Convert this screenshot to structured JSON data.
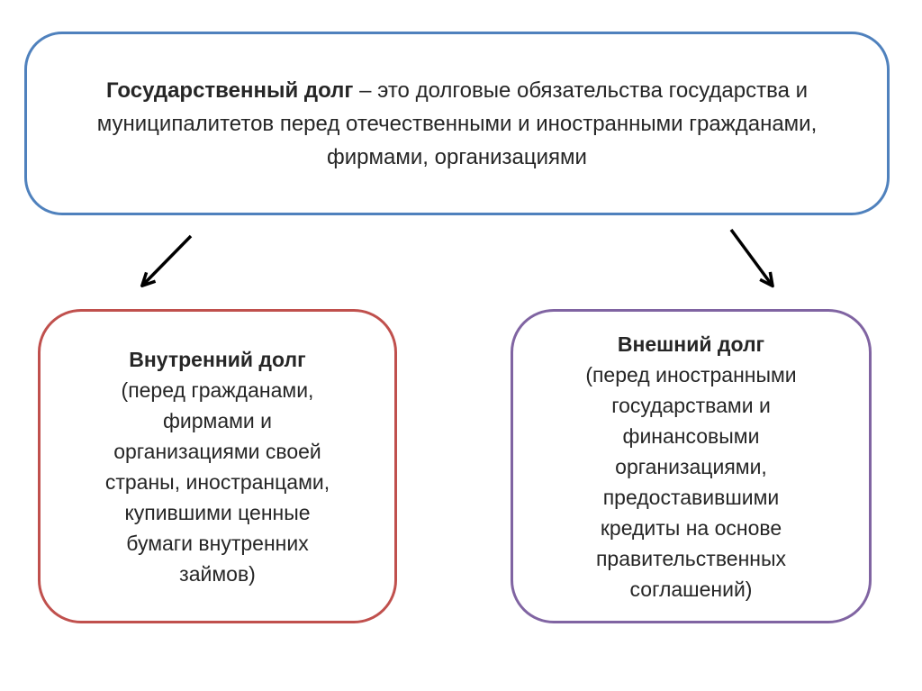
{
  "definition": {
    "term": "Государственный долг",
    "text": " – это долговые обязательства государства и муниципалитетов перед отечественными и иностранными гражданами, фирмами, организациями"
  },
  "internal": {
    "title": "Внутренний долг",
    "lines": [
      "(перед гражданами,",
      "фирмами и",
      "организациями своей",
      "страны, иностранцами,",
      "купившими ценные",
      "бумаги внутренних",
      "займов)"
    ]
  },
  "external": {
    "title": "Внешний долг",
    "lines": [
      "(перед иностранными",
      "государствами и",
      "финансовыми",
      "организациями,",
      "предоставившими",
      "кредиты на основе",
      "правительственных",
      "соглашений)"
    ]
  },
  "colors": {
    "top_border": "#4f81bd",
    "left_border": "#c0504d",
    "right_border": "#8064a2"
  }
}
